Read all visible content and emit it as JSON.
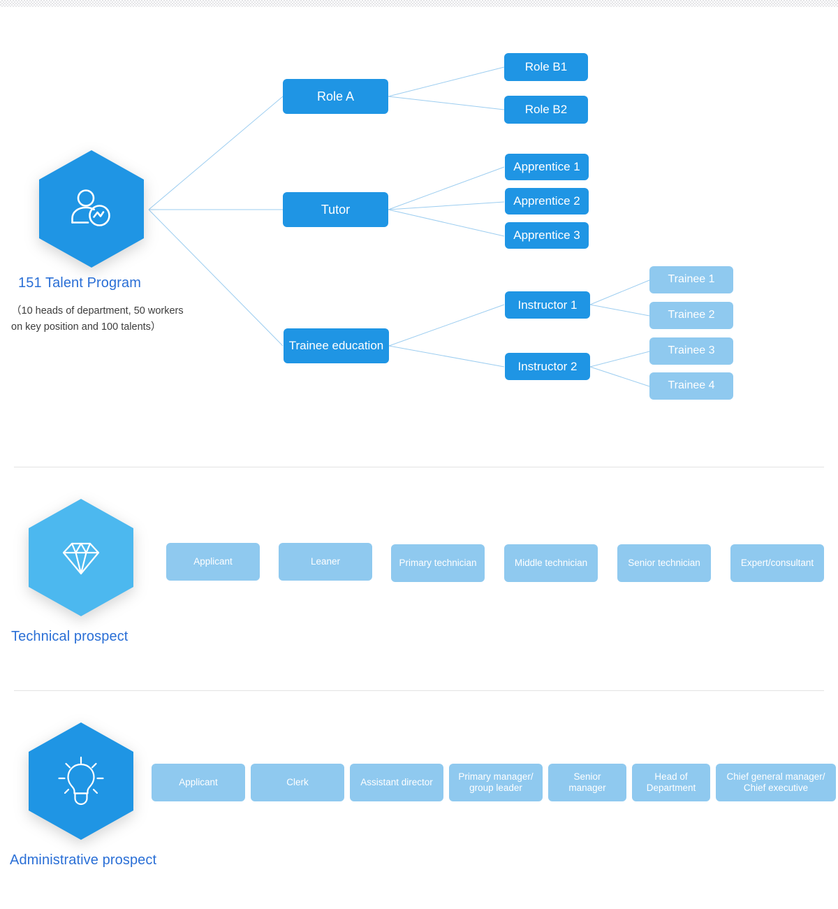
{
  "page": {
    "background": "#ffffff",
    "accent_dark": "#1f95e4",
    "accent_light": "#8fc9ef",
    "accent_mid": "#4cb8ef",
    "title_color": "#2a6fd6",
    "line_color": "#9ccdf0"
  },
  "sections": [
    {
      "id": "talent-program",
      "hex_icon": "person-chart-icon",
      "hex_color": "#1f95e4",
      "title": "151 Talent Program",
      "subtitle": "（10 heads of department, 50 workers\n  on key position and 100 talents）",
      "branches": [
        {
          "id": "role-a",
          "label": "Role A",
          "children": [
            {
              "label": "Role B1"
            },
            {
              "label": "Role B2"
            }
          ]
        },
        {
          "id": "tutor",
          "label": "Tutor",
          "children": [
            {
              "label": "Apprentice 1"
            },
            {
              "label": "Apprentice 2"
            },
            {
              "label": "Apprentice 3"
            }
          ]
        },
        {
          "id": "trainee-education",
          "label": "Trainee education",
          "children": [
            {
              "label": "Instructor 1",
              "children": [
                {
                  "label": "Trainee 1"
                },
                {
                  "label": "Trainee 2"
                }
              ]
            },
            {
              "label": "Instructor 2",
              "children": [
                {
                  "label": "Trainee 3"
                },
                {
                  "label": "Trainee 4"
                }
              ]
            }
          ]
        }
      ]
    },
    {
      "id": "technical-prospect",
      "hex_icon": "diamond-icon",
      "hex_color": "#4cb8ef",
      "title": "Technical prospect",
      "steps": [
        {
          "label": "Applicant"
        },
        {
          "label": "Leaner"
        },
        {
          "label": "Primary technician"
        },
        {
          "label": "Middle technician"
        },
        {
          "label": "Senior technician"
        },
        {
          "label": "Expert/consultant"
        }
      ]
    },
    {
      "id": "administrative-prospect",
      "hex_icon": "lightbulb-icon",
      "hex_color": "#1f95e4",
      "title": "Administrative prospect",
      "steps": [
        {
          "label": "Applicant"
        },
        {
          "label": "Clerk"
        },
        {
          "label": "Assistant director"
        },
        {
          "label": "Primary manager/\ngroup leader"
        },
        {
          "label": "Senior\nmanager"
        },
        {
          "label": "Head of\nDepartment"
        },
        {
          "label": "Chief general manager/\nChief executive"
        }
      ]
    }
  ]
}
